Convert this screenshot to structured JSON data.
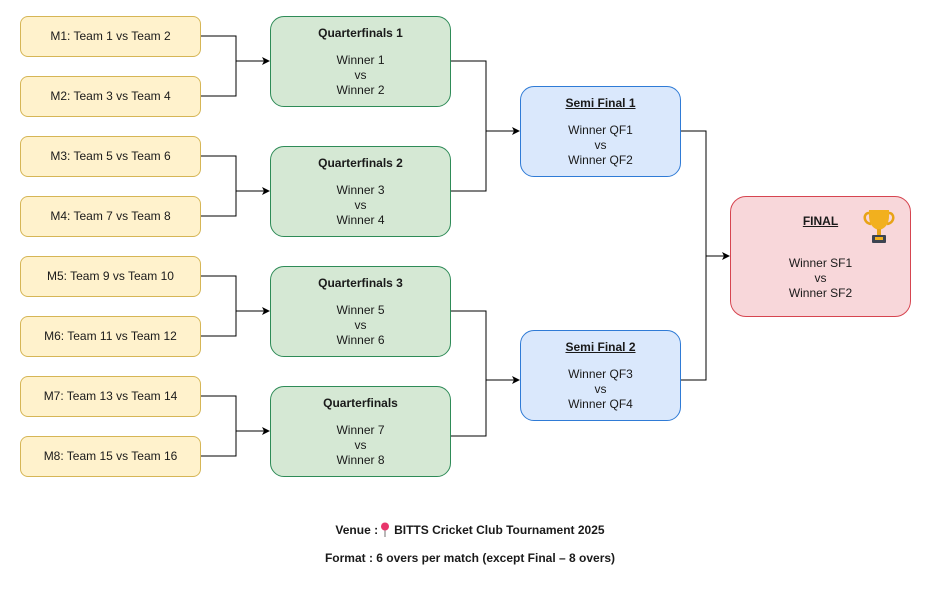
{
  "round_of_16": [
    {
      "label": "M1: Team 1 vs Team 2"
    },
    {
      "label": "M2: Team 3 vs Team 4"
    },
    {
      "label": "M3: Team 5 vs Team 6"
    },
    {
      "label": "M4: Team 7 vs Team 8"
    },
    {
      "label": "M5: Team 9 vs Team 10"
    },
    {
      "label": "M6: Team 11 vs Team 12"
    },
    {
      "label": "M7: Team 13 vs Team 14"
    },
    {
      "label": "M8: Team 15 vs Team 16"
    }
  ],
  "quarterfinals": [
    {
      "title": "Quarterfinals 1",
      "line1": "Winner 1",
      "vs": "vs",
      "line2": "Winner 2"
    },
    {
      "title": "Quarterfinals 2",
      "line1": "Winner 3",
      "vs": "vs",
      "line2": "Winner 4"
    },
    {
      "title": "Quarterfinals 3",
      "line1": "Winner 5",
      "vs": "vs",
      "line2": "Winner 6"
    },
    {
      "title": "Quarterfinals",
      "line1": "Winner 7",
      "vs": "vs",
      "line2": "Winner 8"
    }
  ],
  "semifinals": [
    {
      "title": "Semi Final 1",
      "line1": "Winner QF1",
      "vs": "vs",
      "line2": "Winner QF2"
    },
    {
      "title": "Semi Final 2",
      "line1": "Winner QF3",
      "vs": "vs",
      "line2": "Winner QF4"
    }
  ],
  "final": {
    "title": "FINAL",
    "line1": "Winner SF1",
    "vs": "vs",
    "line2": "Winner SF2",
    "icon": "trophy-icon"
  },
  "footer": {
    "venue_label": "Venue :",
    "venue_icon": "pin-icon",
    "venue_value": "BITTS Cricket Club Tournament 2025",
    "format_text": "Format : 6 overs per match (except Final – 8 overs)"
  },
  "colors": {
    "match_fill": "#fff2cc",
    "match_border": "#d6b656",
    "qf_fill": "#d5e8d4",
    "qf_border": "#2e8b57",
    "sf_fill": "#dae8fc",
    "sf_border": "#2f7bd6",
    "final_fill": "#f8d7da",
    "final_border": "#d64550"
  }
}
